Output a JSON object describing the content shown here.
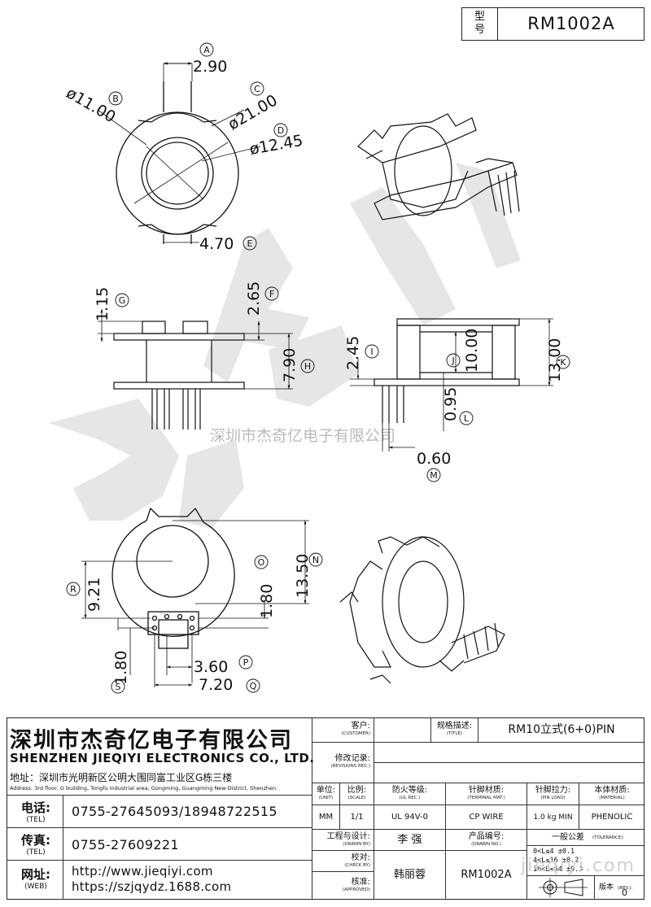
{
  "model": {
    "label_top": "型",
    "label_bottom": "号",
    "value": "RM1002A"
  },
  "watermark": {
    "text": "深圳市杰奇亿电子有限公司",
    "site": "jieqiyi.com"
  },
  "dims_top_view": {
    "a": "2.90",
    "a_tag": "A",
    "b": "ø11.00",
    "b_tag": "B",
    "c": "ø21.00",
    "c_tag": "C",
    "d": "ø12.45",
    "d_tag": "D",
    "e": "4.70",
    "e_tag": "E"
  },
  "dims_side_view": {
    "g": "1.15",
    "g_tag": "G",
    "f": "2.65",
    "f_tag": "F",
    "h": "7.90",
    "h_tag": "H",
    "i": "2.45",
    "i_tag": "I",
    "j": "10.00",
    "j_tag": "J",
    "k": "13.00",
    "k_tag": "K",
    "l": "0.95",
    "l_tag": "L",
    "m": "0.60",
    "m_tag": "M"
  },
  "dims_bottom_view": {
    "r": "9.21",
    "r_tag": "R",
    "o": "1.80",
    "o_tag": "O",
    "n": "13.50",
    "n_tag": "N",
    "s": "1.80",
    "s_tag": "S",
    "p": "3.60",
    "p_tag": "P",
    "q": "7.20",
    "q_tag": "Q"
  },
  "company": {
    "name_cn": "深圳市杰奇亿电子有限公司",
    "name_en": "SHENZHEN JIEQIYI ELECTRONICS CO., LTD.",
    "address_cn": "地址：深圳市光明新区公明大围同富工业区G栋三楼",
    "address_en": "Address: 3rd floor, G building, Tongfu industrial area, Gongming, Guangming New District, Shenzhen.",
    "tel_label": "电话:",
    "tel_label_en": "(TEL)",
    "tel": "0755-27645093/18948722515",
    "fax_label": "传真:",
    "fax_label_en": "(TEL)",
    "fax": "0755-27609221",
    "web_label": "网址:",
    "web_label_en": "(WEB)",
    "web1": "http://www.jieqiyi.com",
    "web2": "https://szjqydz.1688.com"
  },
  "spec": {
    "customer_cn": "客户:",
    "customer_en": "(CUSTOMER)",
    "customer": "",
    "title_cn": "规格描述:",
    "title_en": "(TITLE)",
    "title": "RM10立式(6+0)PIN",
    "revisions_cn": "修改记录:",
    "revisions_en": "(REVISIONS REC.)",
    "unit_cn": "单位:",
    "unit_en": "(UNIT)",
    "unit": "MM",
    "scale_cn": "比例:",
    "scale_en": "(SCALE)",
    "scale": "1/1",
    "ul_cn": "防火等级:",
    "ul_en": "(UL REC.)",
    "ul": "UL 94V-0",
    "terminal_cn": "针脚材质:",
    "terminal_en": "(TERMINAL MAT.)",
    "terminal": "CP WIRE",
    "pinload_cn": "针脚拉力:",
    "pinload_en": "(PIN LOAD)",
    "pinload": "1.0 kg MIN",
    "material_cn": "本体材质:",
    "material_en": "(MATERIAL)",
    "material": "PHENOLIC",
    "drawn_cn": "工程与设计:",
    "drawn_en": "(DRAWN BY)",
    "drawn": "李  强",
    "checked_cn": "校对:",
    "checked_en": "(CHECK BY)",
    "approved_cn": "核准:",
    "approved_en": "(APPROVED)",
    "approver": "韩丽蓉",
    "drawing_no_cn": "产品编号:",
    "drawing_no_en": "(DRAWN NO.)",
    "drawing_no": "RM1002A",
    "tolerance_cn": "一般公差",
    "tolerance_en": "(TOLERANCE):",
    "tolerance_rows": [
      "0<L≤4    ±0.1",
      "4<L≤16   ±0.2",
      "16<L≤64  ±0.3"
    ],
    "rev_cn": "版本",
    "rev_en": "(REV.):",
    "rev": "0"
  }
}
